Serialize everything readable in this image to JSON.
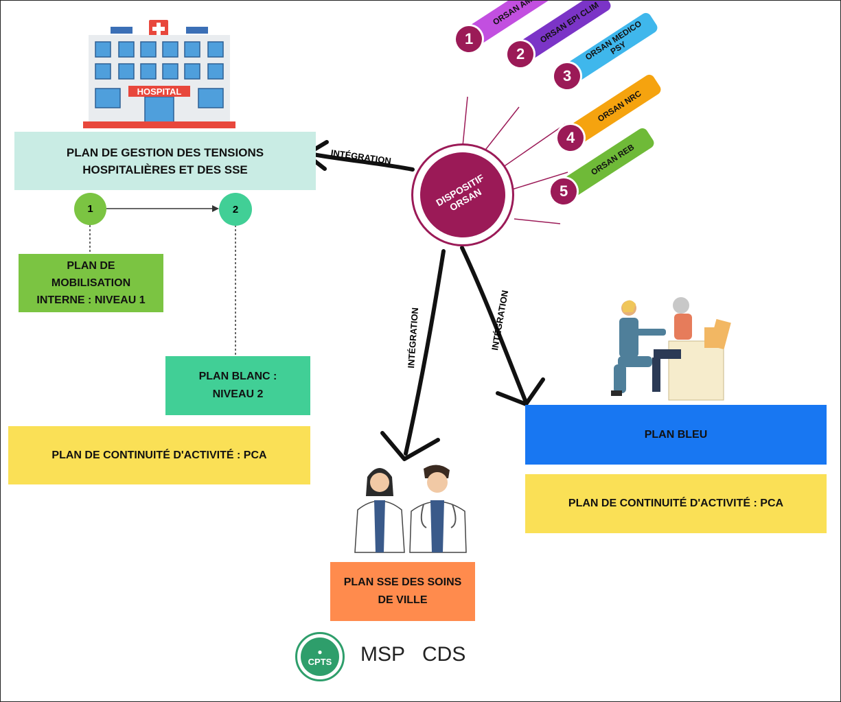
{
  "hospital": {
    "sign": "HOSPITAL"
  },
  "boxes": {
    "tensions": "PLAN DE GESTION DES TENSIONS\nHOSPITALIÈRES ET DES SSE",
    "mobilisation": "PLAN DE\nMOBILISATION\nINTERNE : NIVEAU 1",
    "blanc": "PLAN BLANC :\nNIVEAU 2",
    "pca_left": "PLAN DE CONTINUITÉ D'ACTIVITÉ : PCA",
    "bleu": "PLAN BLEU",
    "pca_right": "PLAN DE CONTINUITÉ D'ACTIVITÉ : PCA",
    "sse_ville": "PLAN SSE DES SOINS\nDE VILLE"
  },
  "steps": {
    "one": "1",
    "two": "2"
  },
  "arrows": {
    "left": "INTÉGRATION",
    "down": "INTÉGRATION",
    "right": "INTÉGRATION"
  },
  "hub": {
    "line1": "DISPOSITIF",
    "line2": "ORSAN"
  },
  "orsan": [
    {
      "num": "1",
      "label": "ORSAN AMAVI",
      "color": "#c24fe0"
    },
    {
      "num": "2",
      "label": "ORSAN EPI CLIM",
      "color": "#7b34c7"
    },
    {
      "num": "3",
      "label": "ORSAN MEDICO\nPSY",
      "color": "#3fb7ec"
    },
    {
      "num": "4",
      "label": "ORSAN NRC",
      "color": "#f5a30f"
    },
    {
      "num": "5",
      "label": "ORSAN REB",
      "color": "#6fba38"
    }
  ],
  "footer": {
    "cpts": "CPTS",
    "msp": "MSP",
    "cds": "CDS"
  },
  "colors": {
    "hub": "#9b1a57",
    "tensions_bg": "#c9ece4",
    "green": "#7bc442",
    "teal": "#41cf96",
    "yellow": "#fae056",
    "blue": "#1877f2",
    "orange": "#ff8b4d"
  }
}
